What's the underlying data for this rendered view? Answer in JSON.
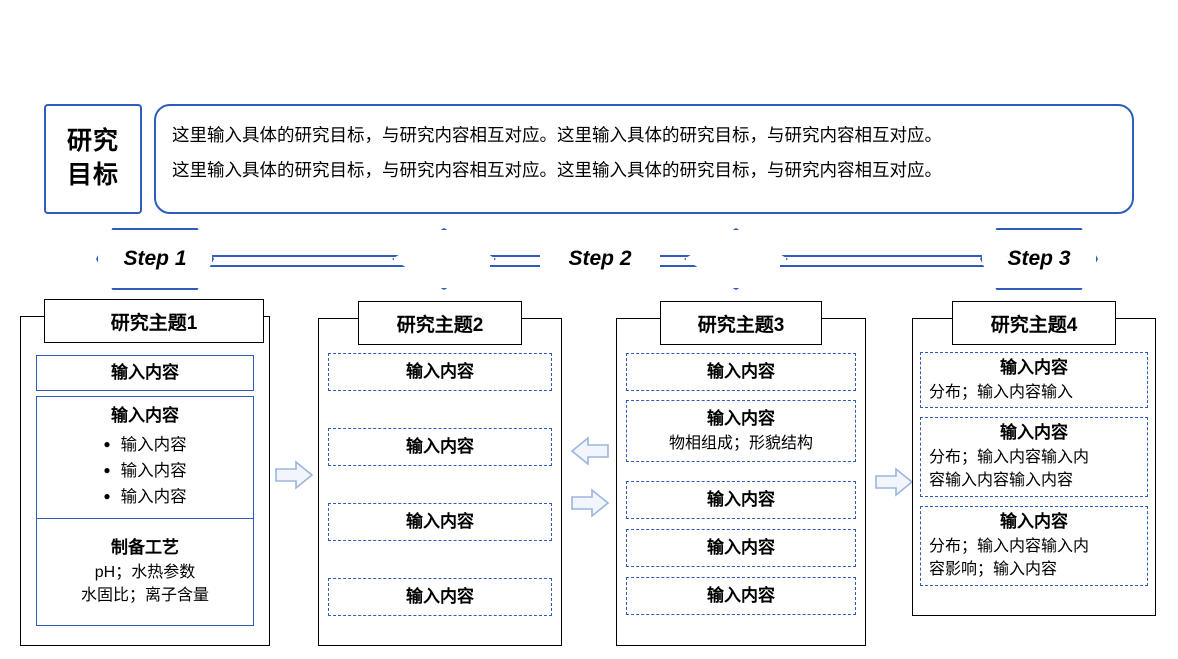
{
  "goal": {
    "label_line1": "研究",
    "label_line2": "目标",
    "lines": [
      "这里输入具体的研究目标，与研究内容相互对应。这里输入具体的研究目标，与研究内容相互对应。",
      "这里输入具体的研究目标，与研究内容相互对应。这里输入具体的研究目标，与研究内容相互对应。"
    ]
  },
  "steps": [
    {
      "label": "Step 1"
    },
    {
      "label": "Step 2"
    },
    {
      "label": "Step 3"
    }
  ],
  "columns": [
    {
      "title": "研究主题1",
      "cells": [
        {
          "head": "输入内容",
          "style": "solid",
          "sub": "",
          "bullets": []
        },
        {
          "head": "输入内容",
          "style": "solid",
          "sub": "",
          "bullets": [
            "输入内容",
            "输入内容",
            "输入内容"
          ]
        },
        {
          "head": "制备工艺",
          "style": "solid",
          "sub": "pH；水热参数\n水固比；离子含量",
          "bullets": []
        }
      ]
    },
    {
      "title": "研究主题2",
      "cells": [
        {
          "head": "输入内容",
          "style": "dashed",
          "sub": "",
          "bullets": []
        },
        {
          "head": "输入内容",
          "style": "dashed",
          "sub": "",
          "bullets": []
        },
        {
          "head": "输入内容",
          "style": "dashed",
          "sub": "",
          "bullets": []
        },
        {
          "head": "输入内容",
          "style": "dashed",
          "sub": "",
          "bullets": []
        }
      ]
    },
    {
      "title": "研究主题3",
      "cells": [
        {
          "head": "输入内容",
          "style": "dashed",
          "sub": "",
          "bullets": []
        },
        {
          "head": "输入内容",
          "style": "dashed",
          "sub": "物相组成；形貌结构",
          "bullets": []
        },
        {
          "head": "输入内容",
          "style": "dashed",
          "sub": "",
          "bullets": []
        },
        {
          "head": "输入内容",
          "style": "dashed",
          "sub": "",
          "bullets": []
        },
        {
          "head": "输入内容",
          "style": "dashed",
          "sub": "",
          "bullets": []
        }
      ]
    },
    {
      "title": "研究主题4",
      "cells": [
        {
          "head": "输入内容",
          "style": "dashed",
          "sub": "分布；输入内容输入",
          "bullets": []
        },
        {
          "head": "输入内容",
          "style": "dashed",
          "sub": "分布；输入内容输入内\n容输入内容输入内容",
          "bullets": []
        },
        {
          "head": "输入内容",
          "style": "dashed",
          "sub": "分布；输入内容输入内\n容影响；输入内容",
          "bullets": []
        }
      ]
    }
  ],
  "colors": {
    "accent": "#2e5cb8",
    "arrow_fill": "#f2f6fc",
    "arrow_stroke": "#9bb5dd",
    "text": "#000000"
  }
}
